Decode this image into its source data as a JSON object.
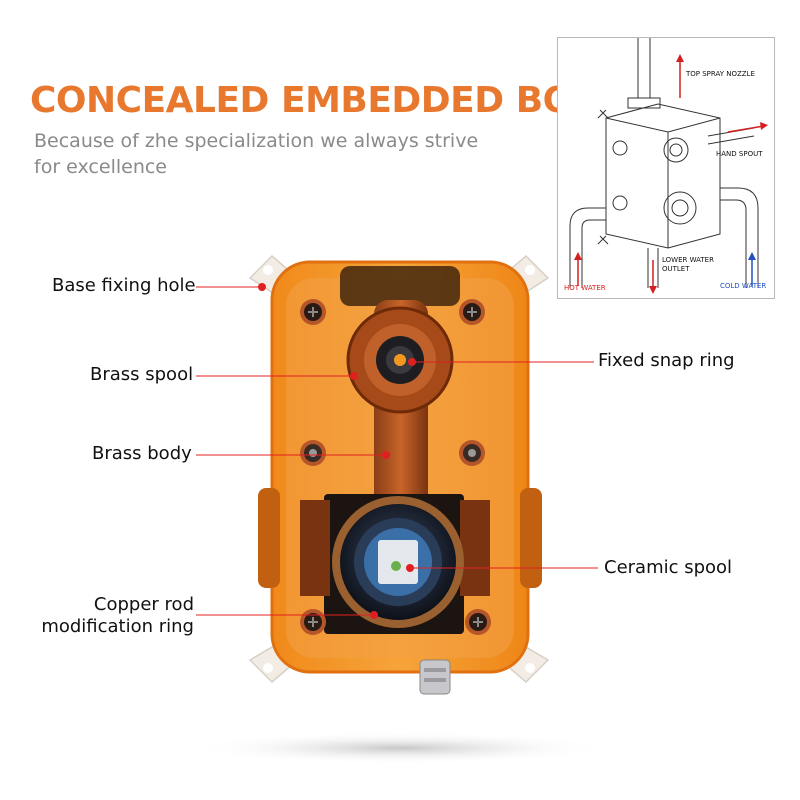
{
  "header": {
    "title": "CONCEALED EMBEDDED BOX",
    "subtitle": "Because of zhe specialization we always strive for excellence"
  },
  "colors": {
    "accent": "#e8782e",
    "leader_line": "#e02020",
    "body_orange": "#f0961e",
    "hot": "#d42020",
    "cold": "#2050c0"
  },
  "callouts": {
    "base_fixing_hole": "Base fixing hole",
    "brass_spool": "Brass spool",
    "brass_body": "Brass body",
    "copper_rod_line1": "Copper rod",
    "copper_rod_line2": "modification ring",
    "fixed_snap_ring": "Fixed snap ring",
    "ceramic_spool": "Ceramic spool"
  },
  "diagram": {
    "top_spray_nozzle": "TOP SPRAY NOZZLE",
    "hand_spout": "HAND SPOUT",
    "lower_water_outlet_line1": "LOWER WATER",
    "lower_water_outlet_line2": "OUTLET",
    "hot_water": "HOT WATER",
    "cold_water": "COLD WATER"
  }
}
